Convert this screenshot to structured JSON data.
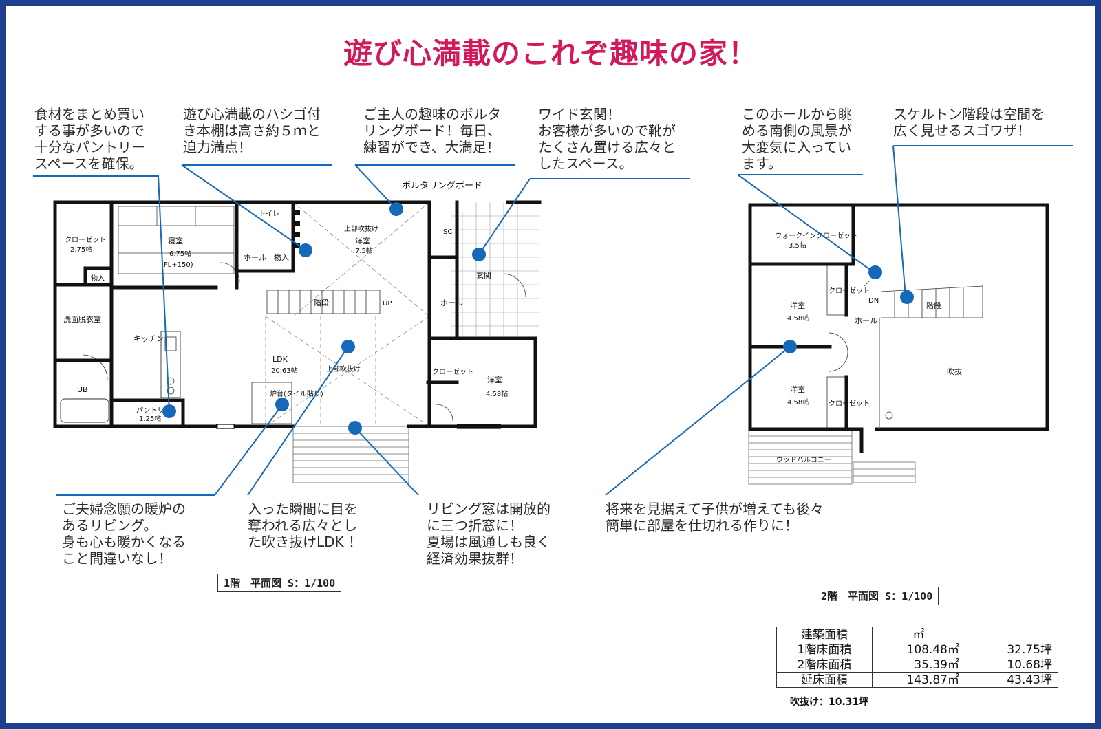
{
  "title": "遊び心満載のこれぞ趣味の家！",
  "annotations": {
    "pantry": "食材をまとめ買い\nする事が多いので\n十分なパントリー\nスペースを確保。",
    "bookshelf": "遊び心満載のハシゴ付\nき本棚は高さ約５ｍと\n迫力満点！",
    "boulder": "ご主人の趣味のボルタ\nリングボード！毎日、\n練習ができ、大満足！",
    "entrance": "ワイド玄関！\nお客様が多いので靴が\nたくさん置ける広々と\nしたスペース。",
    "hall_view": "このホールから眺\nめる南側の風景が\n大変気に入ってい\nます。",
    "stairs": "スケルトン階段は空間を\n広く見せるスゴワザ！",
    "fireplace": "ご夫婦念願の暖炉の\nあるリビング。\n身も心も暖かくなる\nこと間違いなし！",
    "ldk": "入った瞬間に目を\n奪われる広々とし\nた吹き抜けLDK ！",
    "window": "リビング窓は開放的\nに三つ折窓に！\n夏場は風通しも良く\n経済効果抜群！",
    "future": "将来を見据えて子供が増えても後々\n簡単に部屋を仕切れる作りに！"
  },
  "floor1": {
    "label": "1階　平面図 S：1/100",
    "rooms": {
      "closet": "クローゼット",
      "closet_size": "2.75帖",
      "bedroom": "寝室",
      "bedroom_size": "6.75帖",
      "bedroom_fl": "(FL+150)",
      "storage_small": "物入",
      "washroom": "洗面脱衣室",
      "ub": "UB",
      "kitchen": "キッチン",
      "pantry": "パントリー",
      "pantry_size": "1.25帖",
      "toilet": "トイレ",
      "hall_storage": "ホール　物入",
      "void_upper": "上部吹抜け",
      "western": "洋室",
      "western_size": "7.5帖",
      "stairs": "階段",
      "up": "UP",
      "ldk": "LDK",
      "ldk_size": "20.63帖",
      "void_upper2": "上部吹抜け",
      "hearth": "炉台(タイル貼り)",
      "sc": "SC",
      "genkan": "玄関",
      "hall": "ホール",
      "closet2": "クローゼット",
      "western2": "洋室",
      "western2_size": "4.58帖",
      "boulder_board": "ボルタリングボード"
    }
  },
  "floor2": {
    "label": "2階　平面図 S：1/100",
    "rooms": {
      "wic": "ウォークインクローゼット",
      "wic_size": "3.5帖",
      "western_a": "洋室",
      "western_a_size": "4.58帖",
      "western_b": "洋室",
      "western_b_size": "4.58帖",
      "closet_a": "クローゼット",
      "closet_b": "クローゼット",
      "hall": "ホール",
      "dn": "DN",
      "stairs": "階段",
      "void": "吹抜",
      "balcony": "ウッドバルコニー"
    }
  },
  "area_table": {
    "rows": [
      [
        "建築面積",
        "㎡",
        ""
      ],
      [
        "1階床面積",
        "108.48㎡",
        "32.75坪"
      ],
      [
        "2階床面積",
        "35.39㎡",
        "10.68坪"
      ],
      [
        "延床面積",
        "143.87㎡",
        "43.43坪"
      ]
    ],
    "void_note": "吹抜け：10.31坪"
  },
  "colors": {
    "title": "#d3195b",
    "border": "#1e3f8f",
    "leader": "#1668b8",
    "dot": "#1668b8"
  }
}
